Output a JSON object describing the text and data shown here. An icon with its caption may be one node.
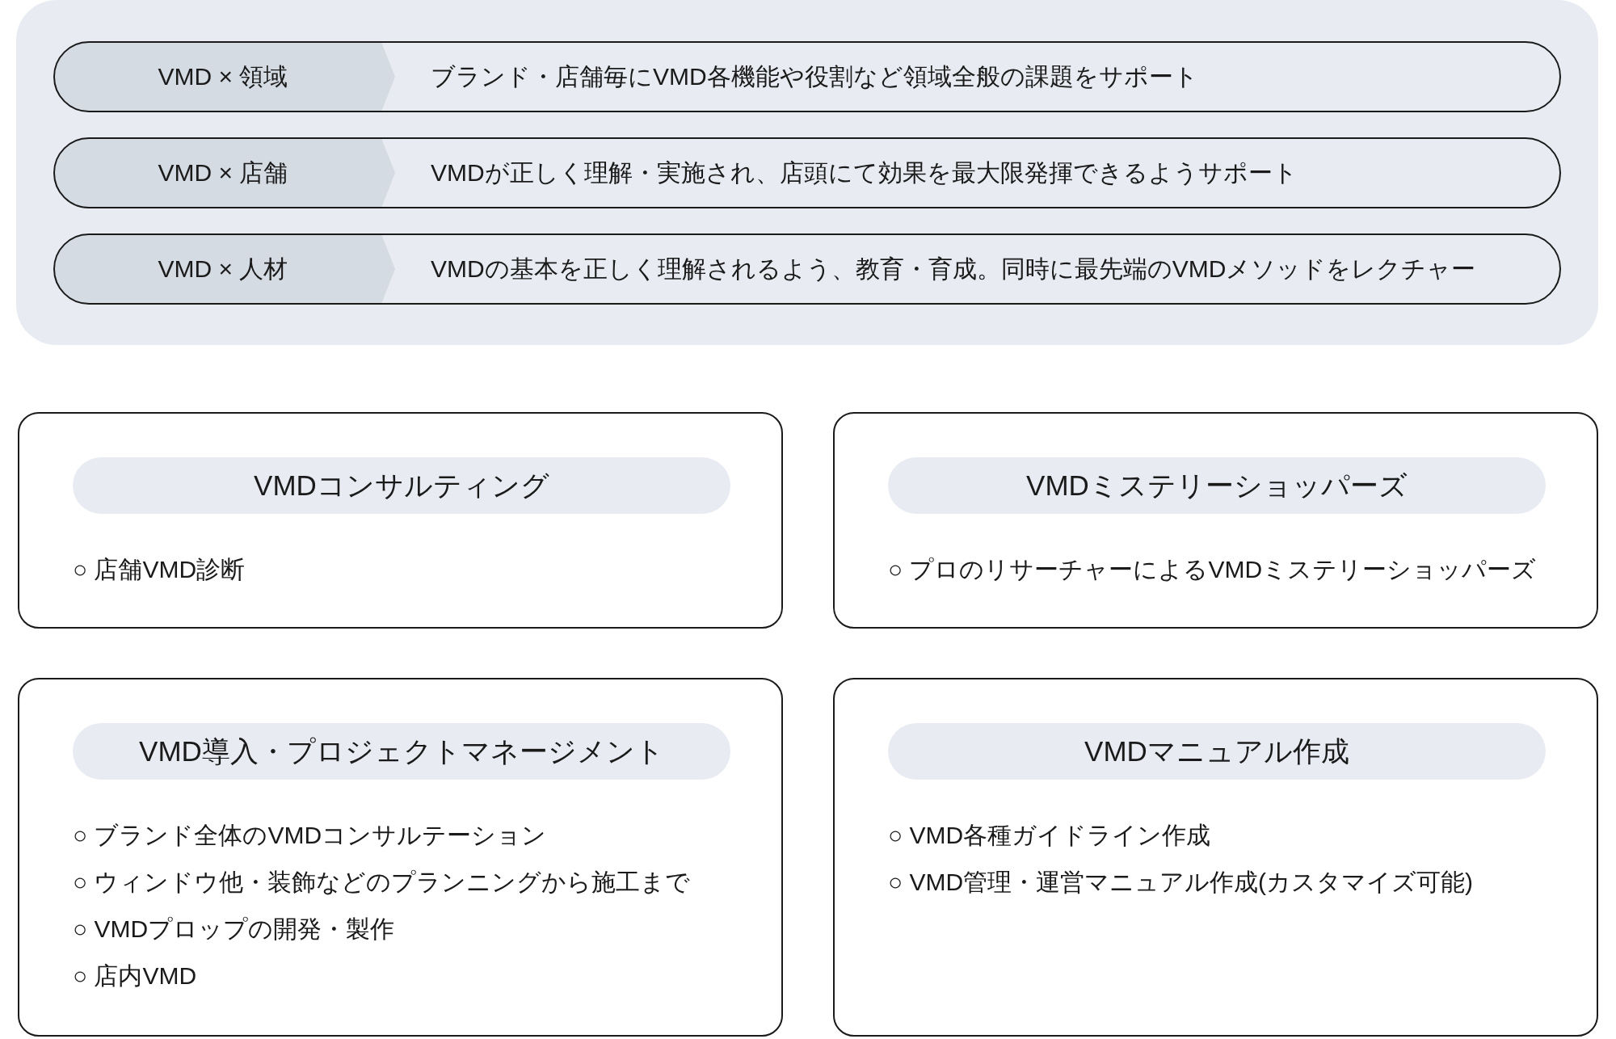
{
  "diagram": {
    "nodes": [
      {
        "text": [],
        "shape": "box"
      },
      {
        "text": [
          "VMD × 領域",
          "ブランド・店舗毎にVMD各機能や役割など領域全般の課題をサポート"
        ],
        "in": 0
      },
      {
        "text": [
          "VMD × 店舗",
          "VMDが正しく理解・実施され、店頭にて効果を最大限発揮できるようサポート"
        ],
        "in": 0
      },
      {
        "text": [
          "VMD × 人材",
          "VMDの基本を正しく理解されるよう、教育・育成。同時に最先端のVMDメソッドをレクチャー"
        ],
        "in": 0
      },
      {
        "text": [
          "○ 店舗VMD診断"
        ]
      },
      {
        "text": [
          "VMDコンサルティング"
        ],
        "in": 4
      },
      {
        "text": [
          "○ プロのリサーチャーによるVMDミステリーショッパーズ"
        ]
      },
      {
        "text": [
          "VMDミステリーショッパーズ"
        ],
        "in": 6
      },
      {
        "text": [
          "○ ブランド全体のVMDコンサルテーション",
          "○ ウィンドウ他・装飾などのプランニングから施工まで",
          "○ VMDプロップの開発・製作",
          "○ 店内VMD"
        ]
      },
      {
        "text": [
          "VMD導入・プロジェクトマネージメント"
        ],
        "in": 8
      },
      {
        "text": [
          "○ VMD各種ガイドライン作成",
          "○ VMD管理・運営マニュアル作成(カスタマイズ可能)"
        ]
      },
      {
        "text": [
          "VMDマニュアル作成"
        ],
        "in": 10
      }
    ]
  }
}
